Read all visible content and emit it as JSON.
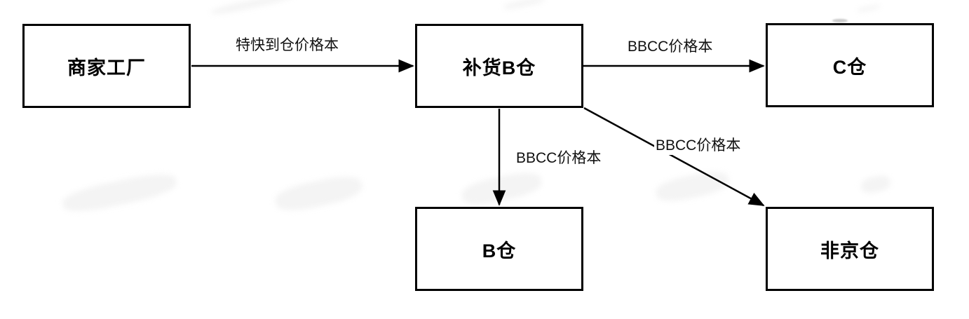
{
  "diagram": {
    "title": "warehouse-replenishment-flow",
    "background_color": "#ffffff",
    "line_color": "#000000",
    "nodes": [
      {
        "id": "merchant-factory",
        "label": "商家工厂"
      },
      {
        "id": "replenish-b-warehouse",
        "label": "补货B仓"
      },
      {
        "id": "c-warehouse",
        "label": "C仓"
      },
      {
        "id": "b-warehouse",
        "label": "B仓"
      },
      {
        "id": "non-beijing-warehouse",
        "label": "非京仓"
      }
    ],
    "edges": [
      {
        "from": "商家工厂",
        "to": "补货B仓",
        "label": "特快到仓价格本"
      },
      {
        "from": "补货B仓",
        "to": "C仓",
        "label": "BBCC价格本"
      },
      {
        "from": "补货B仓",
        "to": "B仓",
        "label": "BBCC价格本"
      },
      {
        "from": "补货B仓",
        "to": "非京仓",
        "label": "BBCC价格本"
      }
    ]
  }
}
